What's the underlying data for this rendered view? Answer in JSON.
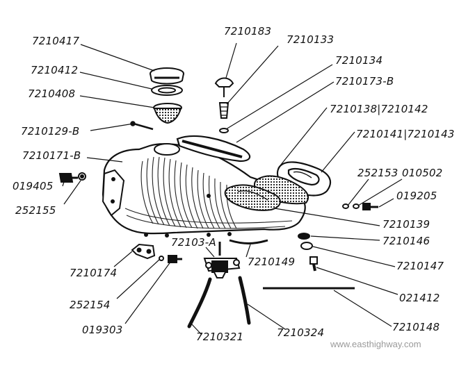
{
  "diagram": {
    "callouts": [
      {
        "id": "c1",
        "text": "7210417"
      },
      {
        "id": "c2",
        "text": "7210412"
      },
      {
        "id": "c3",
        "text": "7210408"
      },
      {
        "id": "c4",
        "text": "7210129-B"
      },
      {
        "id": "c5",
        "text": "7210171-B"
      },
      {
        "id": "c6",
        "text": "019405"
      },
      {
        "id": "c7",
        "text": "252155"
      },
      {
        "id": "c8",
        "text": "7210183"
      },
      {
        "id": "c9",
        "text": "7210133"
      },
      {
        "id": "c10",
        "text": "7210134"
      },
      {
        "id": "c11",
        "text": "7210173-B"
      },
      {
        "id": "c12",
        "text": "7210138|7210142"
      },
      {
        "id": "c13",
        "text": "7210141|7210143"
      },
      {
        "id": "c14",
        "text": "252153"
      },
      {
        "id": "c15",
        "text": "010502"
      },
      {
        "id": "c16",
        "text": "019205"
      },
      {
        "id": "c17",
        "text": "7210139"
      },
      {
        "id": "c18",
        "text": "7210146"
      },
      {
        "id": "c19",
        "text": "7210147"
      },
      {
        "id": "c20",
        "text": "021412"
      },
      {
        "id": "c21",
        "text": "7210148"
      },
      {
        "id": "c22",
        "text": "72103-A"
      },
      {
        "id": "c23",
        "text": "7210149"
      },
      {
        "id": "c24",
        "text": "7210174"
      },
      {
        "id": "c25",
        "text": "252154"
      },
      {
        "id": "c26",
        "text": "019303"
      },
      {
        "id": "c27",
        "text": "7210321"
      },
      {
        "id": "c28",
        "text": "7210324"
      }
    ],
    "watermark": "www.easthighway.com"
  }
}
